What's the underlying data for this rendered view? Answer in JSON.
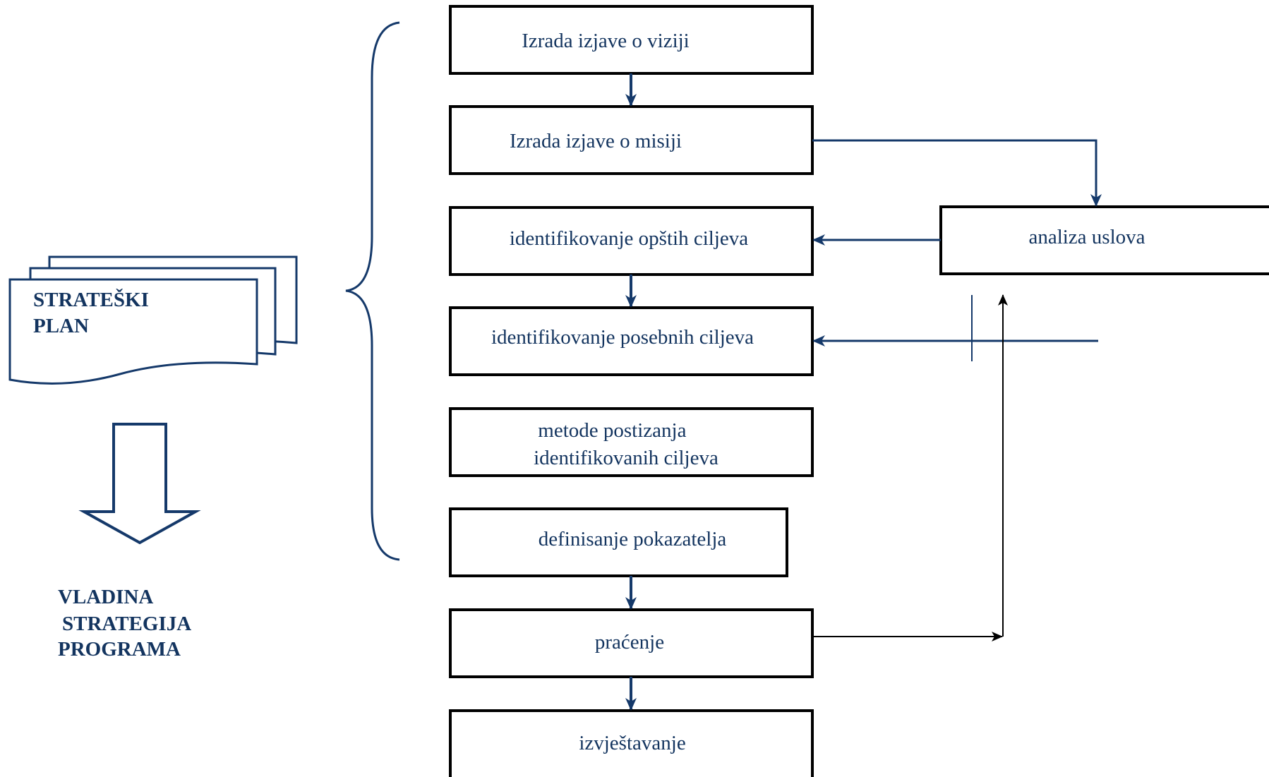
{
  "colors": {
    "box_border": "#000000",
    "flow_line": "#15396a",
    "text": "#13345f",
    "feedback_line": "#000000"
  },
  "document_stack": {
    "lines": [
      "STRATEŠKI",
      "PLAN"
    ]
  },
  "output_label": {
    "lines": [
      "VLADINA",
      "STRATEGIJA",
      "PROGRAMA"
    ]
  },
  "steps": [
    {
      "id": "vision",
      "lines": [
        "Izrada izjave o viziji"
      ]
    },
    {
      "id": "mission",
      "lines": [
        "Izrada izjave o misiji"
      ]
    },
    {
      "id": "general-goals",
      "lines": [
        "identifikovanje opštih ciljeva"
      ]
    },
    {
      "id": "specific-goals",
      "lines": [
        "identifikovanje posebnih ciljeva"
      ]
    },
    {
      "id": "methods",
      "lines": [
        "metode postizanja",
        "identifikovanih ciljeva"
      ]
    },
    {
      "id": "indicators",
      "lines": [
        "definisanje pokazatelja"
      ]
    },
    {
      "id": "monitoring",
      "lines": [
        "praćenje"
      ]
    },
    {
      "id": "reporting",
      "lines": [
        "izvještavanje"
      ]
    }
  ],
  "analysis_box": {
    "lines": [
      "analiza uslova"
    ]
  }
}
